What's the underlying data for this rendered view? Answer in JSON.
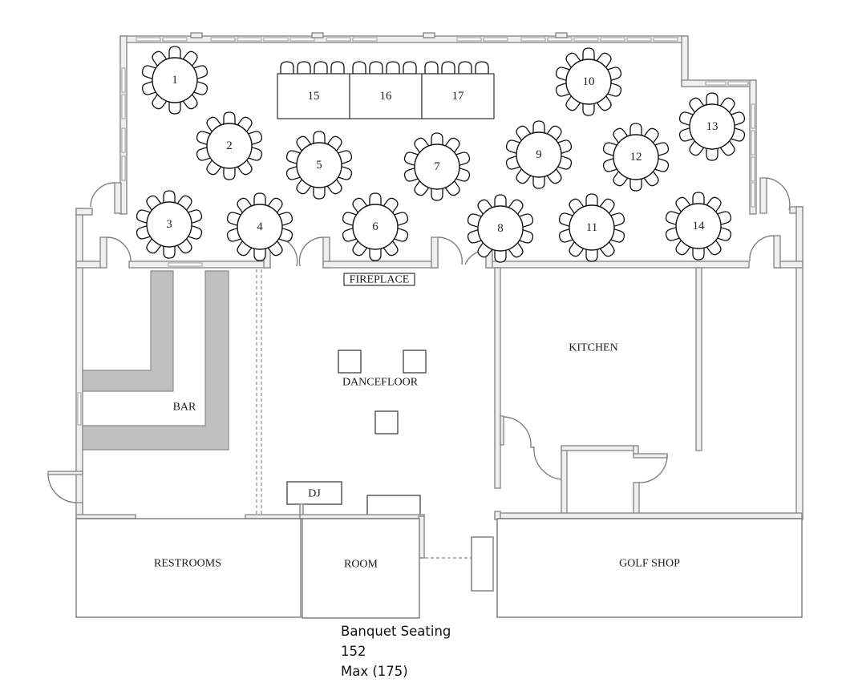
{
  "floorplan": {
    "round_tables": [
      {
        "label": "1",
        "seats": 10
      },
      {
        "label": "2",
        "seats": 10
      },
      {
        "label": "3",
        "seats": 10
      },
      {
        "label": "4",
        "seats": 10
      },
      {
        "label": "5",
        "seats": 10
      },
      {
        "label": "6",
        "seats": 10
      },
      {
        "label": "7",
        "seats": 10
      },
      {
        "label": "8",
        "seats": 10
      },
      {
        "label": "9",
        "seats": 10
      },
      {
        "label": "10",
        "seats": 10
      },
      {
        "label": "11",
        "seats": 10
      },
      {
        "label": "12",
        "seats": 10
      },
      {
        "label": "13",
        "seats": 10
      },
      {
        "label": "14",
        "seats": 10
      }
    ],
    "head_tables": [
      {
        "label": "15",
        "seats": 4
      },
      {
        "label": "16",
        "seats": 4
      },
      {
        "label": "17",
        "seats": 4
      }
    ],
    "rooms": {
      "fireplace": "FIREPLACE",
      "kitchen": "KITCHEN",
      "dancefloor": "DANCEFLOOR",
      "bar": "BAR",
      "dj": "DJ",
      "restrooms": "RESTROOMS",
      "room": "ROOM",
      "golf_shop": "GOLF SHOP"
    }
  },
  "caption": {
    "title": "Banquet Seating",
    "count": "152",
    "max": "Max (175)"
  }
}
